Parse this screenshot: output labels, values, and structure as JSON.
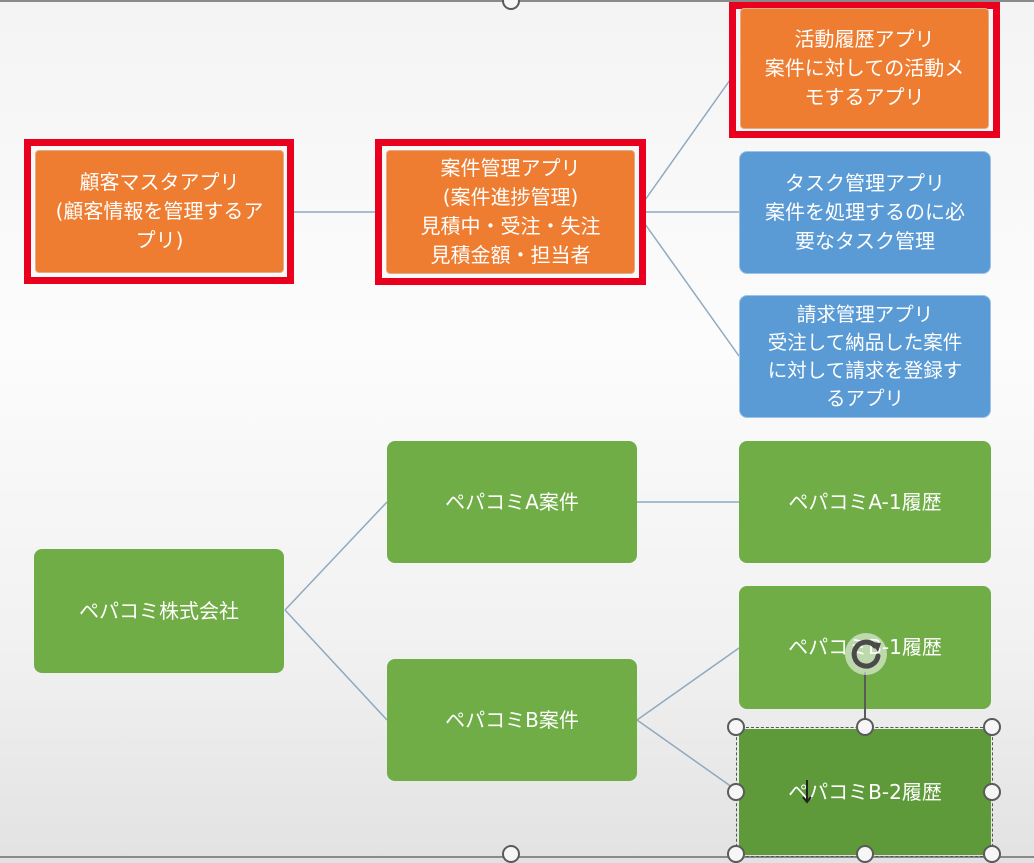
{
  "top": {
    "customer_app": "顧客マスタアプリ\n(顧客情報を管理するア\nプリ)",
    "deal_app": "案件管理アプリ\n(案件進捗管理)\n見積中・受注・失注\n見積金額・担当者",
    "activity_app": "活動履歴アプリ\n案件に対しての活動メ\nモするアプリ",
    "task_app": "タスク管理アプリ\n案件を処理するのに必\n要なタスク管理",
    "billing_app": "請求管理アプリ\n受注して納品した案件\nに対して請求を登録す\nるアプリ"
  },
  "bottom": {
    "company": "ペパコミ株式会社",
    "deal_a": "ペパコミA案件",
    "deal_b": "ペパコミB案件",
    "history_a1": "ペパコミA-1履歴",
    "history_b1": "ペパコミB-1履歴",
    "history_b2": "ペパコミB-2履歴"
  },
  "colors": {
    "orange": "#ee7d31",
    "blue": "#5a9bd5",
    "green": "#70ad47",
    "highlight": "#e8001e"
  },
  "icons": {
    "rotate": "rotate-handle-icon",
    "cursor": "move-cursor-icon"
  }
}
